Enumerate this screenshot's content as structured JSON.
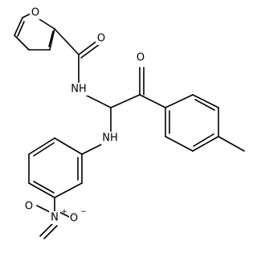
{
  "molecule": {
    "atom_labels": {
      "furan_oxygen": "O",
      "amide_oxygen": "O",
      "amide_nitrogen": "NH",
      "ketone_oxygen": "O",
      "amine_nitrogen": "NH",
      "nitro_nitrogen": "N",
      "nitro_oxygen_top": "O",
      "nitro_oxygen_bottom": "O"
    },
    "charges": {
      "nitro_nitrogen": "+",
      "nitro_oxygen_bottom": "−"
    }
  }
}
